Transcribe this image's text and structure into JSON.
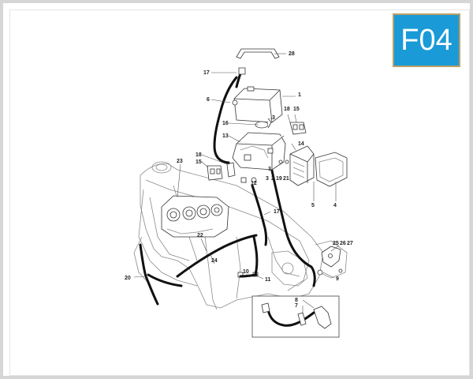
{
  "badge": {
    "code": "F04",
    "bg": "#1a9ad6",
    "border": "#b9a06a"
  },
  "callouts": [
    {
      "id": "c1",
      "text": "1"
    },
    {
      "id": "c2",
      "text": "2"
    },
    {
      "id": "c3a",
      "text": "3"
    },
    {
      "id": "c3b",
      "text": "3"
    },
    {
      "id": "c4",
      "text": "4"
    },
    {
      "id": "c5",
      "text": "5"
    },
    {
      "id": "c6",
      "text": "6"
    },
    {
      "id": "c7",
      "text": "7"
    },
    {
      "id": "c8",
      "text": "8"
    },
    {
      "id": "c9",
      "text": "9"
    },
    {
      "id": "c10",
      "text": "10"
    },
    {
      "id": "c11",
      "text": "11"
    },
    {
      "id": "c12",
      "text": "12"
    },
    {
      "id": "c13",
      "text": "13"
    },
    {
      "id": "c14",
      "text": "14"
    },
    {
      "id": "c15a",
      "text": "15"
    },
    {
      "id": "c15b",
      "text": "15"
    },
    {
      "id": "c16",
      "text": "16"
    },
    {
      "id": "c17a",
      "text": "17"
    },
    {
      "id": "c17b",
      "text": "17"
    },
    {
      "id": "c18a",
      "text": "18"
    },
    {
      "id": "c18b",
      "text": "18"
    },
    {
      "id": "c19",
      "text": "19"
    },
    {
      "id": "c20",
      "text": "20"
    },
    {
      "id": "c21",
      "text": "21"
    },
    {
      "id": "c22",
      "text": "22"
    },
    {
      "id": "c23",
      "text": "23"
    },
    {
      "id": "c24",
      "text": "24"
    },
    {
      "id": "c25",
      "text": "25"
    },
    {
      "id": "c26",
      "text": "26"
    },
    {
      "id": "c27",
      "text": "27"
    },
    {
      "id": "c28",
      "text": "28"
    }
  ]
}
